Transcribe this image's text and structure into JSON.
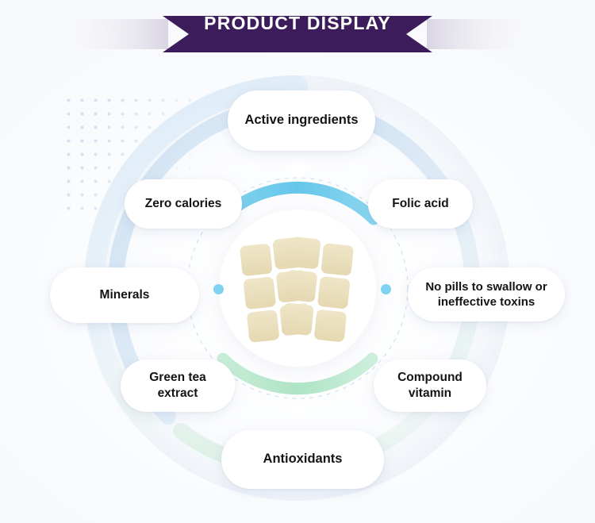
{
  "header": {
    "title": "PRODUCT DISPLAY",
    "ribbon_color": "#3D1C5B",
    "ribbon_tail_color": "#E8E6EE",
    "title_color": "#FFFFFF"
  },
  "diagram": {
    "type": "radial-feature-wheel",
    "center": {
      "graphic": "tablet-sheet-icon",
      "tablet_color": "#EBE0BE",
      "disc_color": "#FFFFFF"
    },
    "rings": {
      "inner_top_arc_color": "#6FC9E8",
      "inner_bottom_arc_color": "#B9E8CE",
      "outer_arc_blue": "#CBDFF1",
      "outer_arc_green": "#D6EEDF",
      "dashed_ring_color": "#BFD6E8",
      "node_dot_blue": "#7FD2F0",
      "node_dot_white": "#FFFFFF"
    },
    "decoration": {
      "dot_grid_color": "#CFE0F2"
    },
    "nodes": [
      {
        "id": "active-ingredients",
        "label": "Active ingredients",
        "position": "top"
      },
      {
        "id": "zero-calories",
        "label": "Zero calories",
        "position": "top-left"
      },
      {
        "id": "folic-acid",
        "label": "Folic acid",
        "position": "top-right"
      },
      {
        "id": "minerals",
        "label": "Minerals",
        "position": "left"
      },
      {
        "id": "no-pills",
        "label": "No pills to swallow or\nineffective toxins",
        "position": "right"
      },
      {
        "id": "green-tea-extract",
        "label": "Green tea\nextract",
        "position": "bottom-left"
      },
      {
        "id": "compound-vitamin",
        "label": "Compound\nvitamin",
        "position": "bottom-right"
      },
      {
        "id": "antioxidants",
        "label": "Antioxidants",
        "position": "bottom"
      }
    ]
  }
}
